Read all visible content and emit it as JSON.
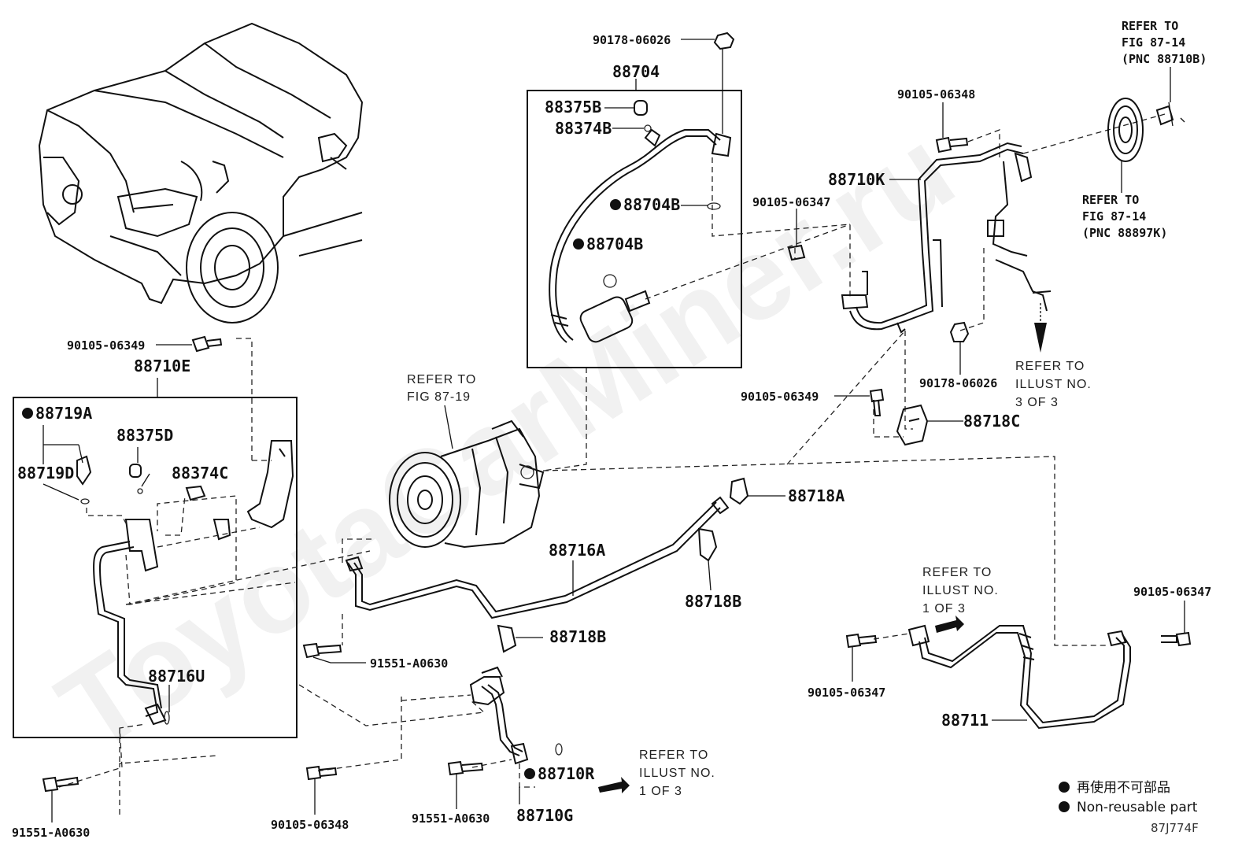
{
  "watermark": "ToyotaCarMiner.ru",
  "labels": {
    "p90178_06026_top": "90178-06026",
    "p88704": "88704",
    "p88375B": "88375B",
    "p88374B": "88374B",
    "p88704B_1": "88704B",
    "p88704B_2": "88704B",
    "refer_87_14_top_1": "REFER TO",
    "refer_87_14_top_2": "FIG 87-14",
    "refer_87_14_top_3": "(PNC 88710B)",
    "p90105_06348_top": "90105-06348",
    "p88710K": "88710K",
    "p90105_06347_mid": "90105-06347",
    "refer_87_14_mid_1": "REFER TO",
    "refer_87_14_mid_2": "FIG 87-14",
    "refer_87_14_mid_3": "(PNC 88897K)",
    "p90105_06349_left": "90105-06349",
    "p88710E": "88710E",
    "p88719A": "88719A",
    "p88375D": "88375D",
    "p88719D": "88719D",
    "p88374C": "88374C",
    "refer_87_19_1": "REFER TO",
    "refer_87_19_2": "FIG 87-19",
    "p90178_06026_right": "90178-06026",
    "refer_illust3_1": "REFER TO",
    "refer_illust3_2": "ILLUST NO.",
    "refer_illust3_3": "3 OF 3",
    "p90105_06349_right": "90105-06349",
    "p88718C": "88718C",
    "p88718A": "88718A",
    "p88716A": "88716A",
    "p88718B_1": "88718B",
    "p88718B_2": "88718B",
    "refer_illust1a_1": "REFER TO",
    "refer_illust1a_2": "ILLUST NO.",
    "refer_illust1a_3": "1 OF 3",
    "p90105_06347_right": "90105-06347",
    "p88716U": "88716U",
    "p91551_A0630_mid": "91551-A0630",
    "p90105_06347_low": "90105-06347",
    "p88711": "88711",
    "p88710R": "88710R",
    "refer_illust1b_1": "REFER TO",
    "refer_illust1b_2": "ILLUST NO.",
    "refer_illust1b_3": "1 OF 3",
    "p91551_A0630_left": "91551-A0630",
    "p90105_06348_low": "90105-06348",
    "p91551_A0630_low": "91551-A0630",
    "p88710G": "88710G"
  },
  "legend": {
    "jp": "再使用不可部品",
    "en": "Non-reusable part"
  },
  "figure_code": "87J774F"
}
